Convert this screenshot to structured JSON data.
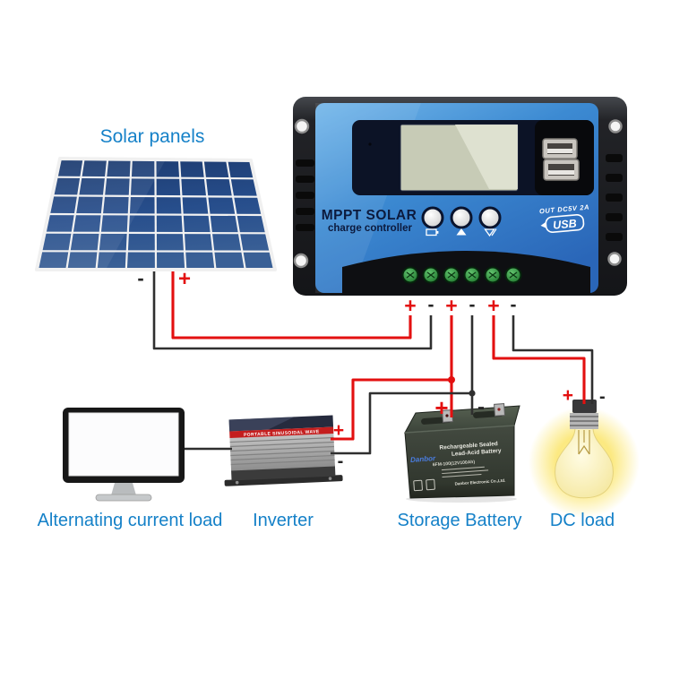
{
  "labels": {
    "solar_panels": "Solar panels",
    "ac_load": "Alternating current load",
    "inverter": "Inverter",
    "storage_battery": "Storage Battery",
    "dc_load": "DC load"
  },
  "polarity": {
    "plus": "+",
    "minus": "-"
  },
  "controller": {
    "name_line1": "MPPT SOLAR",
    "name_line2": "charge controller",
    "usb_output": "OUT DC5V 2A",
    "usb_logo": "USB",
    "button_icons": [
      "battery-icon",
      "up-arrow-icon",
      "down-arrow-icon"
    ],
    "terminals": [
      {
        "pair": "solar",
        "label": "+"
      },
      {
        "pair": "solar",
        "label": "-"
      },
      {
        "pair": "battery",
        "label": "+"
      },
      {
        "pair": "battery",
        "label": "-"
      },
      {
        "pair": "load",
        "label": "+"
      },
      {
        "pair": "load",
        "label": "-"
      }
    ]
  },
  "inverter_device": {
    "stripe_text": "PORTABLE SINUSOIDAL WAVE"
  },
  "battery_device": {
    "brand": "Danbor",
    "title_line1": "Rechargeable Sealed",
    "title_line2": "Lead-Acid Battery",
    "model": "6FM-100(12V100Ah)",
    "company": "Danbor Electronic Co.,Ltd."
  },
  "colors": {
    "label_blue": "#1581c8",
    "wire_positive": "#e31010",
    "wire_negative": "#2f2f2f",
    "controller_blue": "#3f8fd6",
    "controller_panel_dark": "#0c1326",
    "panel_cell_blue": "#24487e",
    "terminal_green": "#2e8b3a",
    "bulb_glow": "#fbe56a"
  }
}
